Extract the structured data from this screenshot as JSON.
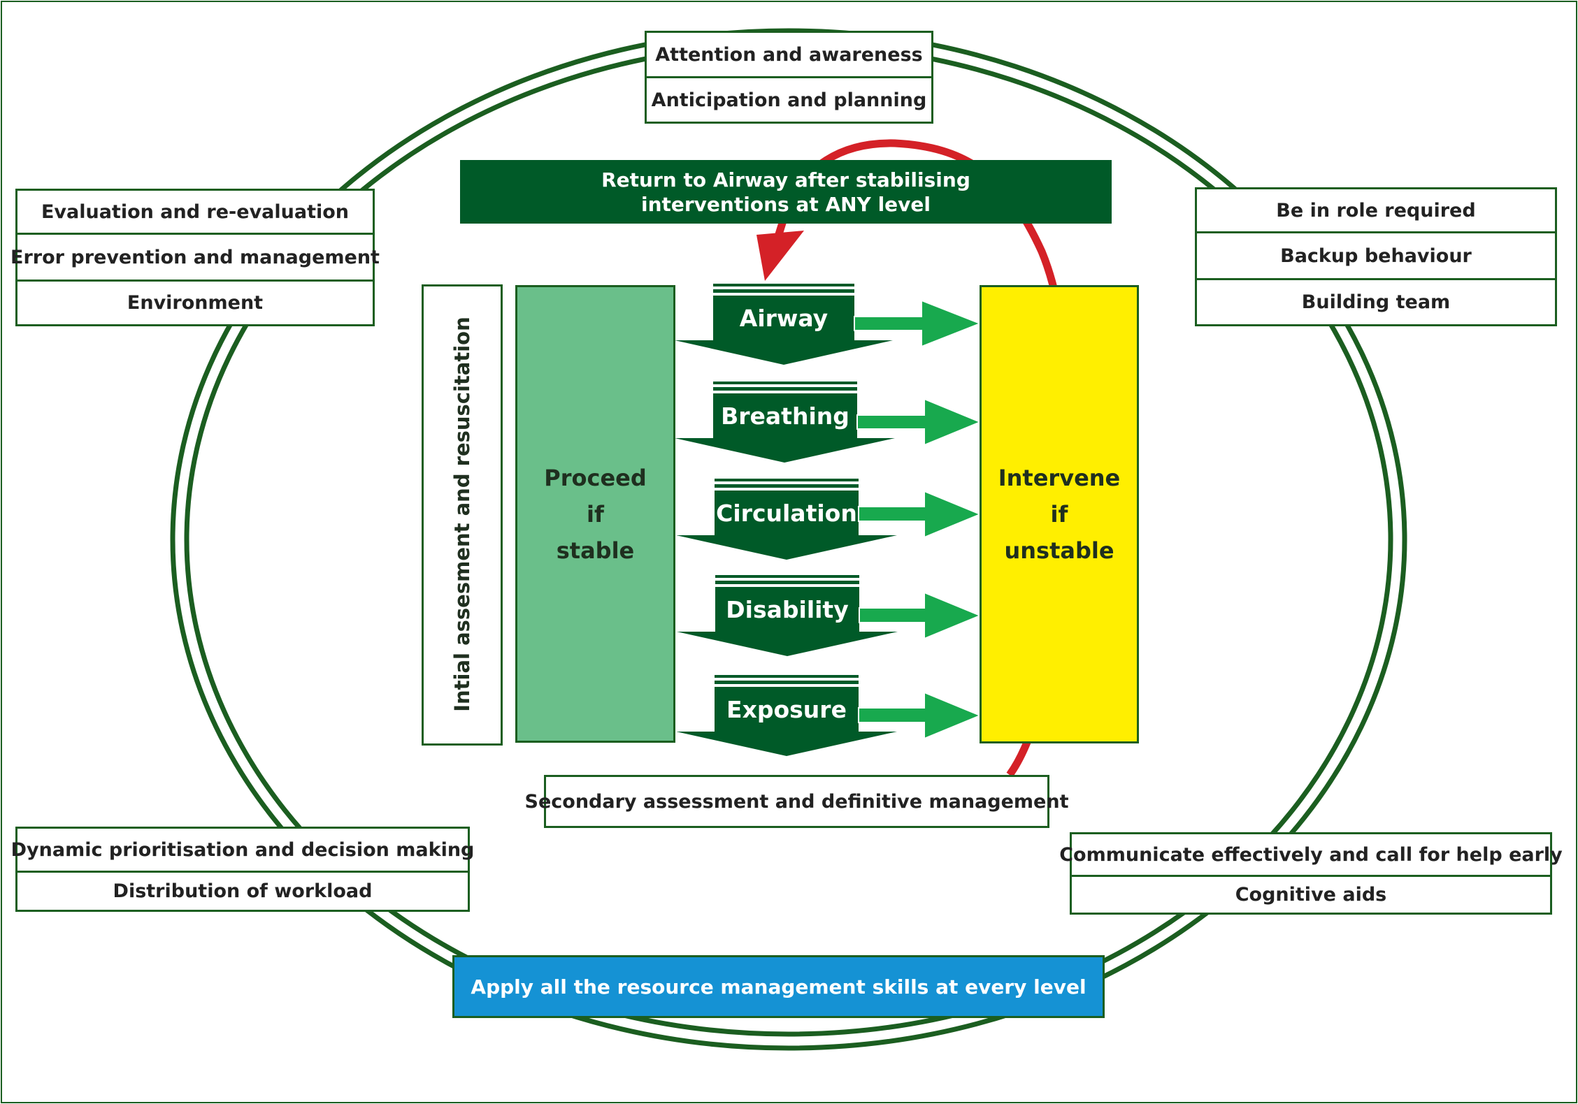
{
  "colors": {
    "ring": "#1b5e20",
    "dark_green": "#005a28",
    "light_green": "#6abf8a",
    "bright_green_arrow": "#18a94e",
    "yellow": "#ffef00",
    "red": "#d42127",
    "blue": "#1592d4"
  },
  "top_group": [
    "Attention and awareness",
    "Anticipation and planning"
  ],
  "left_upper_group": [
    "Evaluation and re-evaluation",
    "Error prevention and management",
    "Environment"
  ],
  "right_upper_group": [
    "Be in role required",
    "Backup behaviour",
    "Building team"
  ],
  "left_lower_group": [
    "Dynamic prioritisation and decision making",
    "Distribution of workload"
  ],
  "right_lower_group": [
    "Communicate effectively and call for help early",
    "Cognitive aids"
  ],
  "return_banner": [
    "Return to Airway after stabilising",
    "interventions at ANY level"
  ],
  "vertical_label": "Intial assesment and resuscitation",
  "proceed": [
    "Proceed",
    "if",
    "stable"
  ],
  "intervene": [
    "Intervene",
    "if",
    "unstable"
  ],
  "steps": [
    "Airway",
    "Breathing",
    "Circulation",
    "Disability",
    "Exposure"
  ],
  "secondary": "Secondary assessment and definitive management",
  "apply_banner": "Apply all the resource management skills at every level"
}
